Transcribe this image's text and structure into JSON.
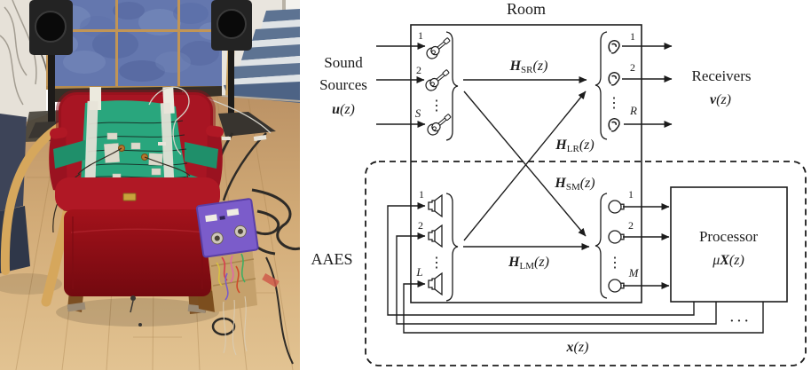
{
  "figure": {
    "photo": {
      "colors": {
        "floor_wood": "#d2ab77",
        "acoustic_panel_blue": "#6477ae",
        "panel_frame_tan": "#c19556",
        "chair_red": "#a81523",
        "textile_green": "#29a67d",
        "board_purple": "#7b5cca",
        "speaker_black": "#232323",
        "wall_white": "#e9e5de",
        "stair_blue": "#5d7392",
        "carpet_blue": "#4d6385",
        "wood_chair_tan": "#d6a75c",
        "cushion_navy": "#3d4458"
      }
    },
    "diagram": {
      "room_label": "Room",
      "aaes_label": "AAES",
      "sources": {
        "caption1": "Sound",
        "caption2": "Sources",
        "symbol": "u",
        "arg": "(z)",
        "channels": [
          "1",
          "2",
          "S"
        ],
        "vdots": "⋮"
      },
      "receivers": {
        "caption": "Receivers",
        "symbol": "v",
        "arg": "(z)",
        "channels": [
          "1",
          "2",
          "R"
        ],
        "vdots": "⋮"
      },
      "loudspeakers": {
        "channels": [
          "1",
          "2",
          "L"
        ],
        "vdots": "⋮"
      },
      "microphones": {
        "channels": [
          "1",
          "2",
          "M"
        ],
        "vdots": "⋮"
      },
      "transfer": {
        "sr": {
          "symbol": "H",
          "sub": "SR",
          "arg": "(z)"
        },
        "lr": {
          "symbol": "H",
          "sub": "LR",
          "arg": "(z)"
        },
        "sm": {
          "symbol": "H",
          "sub": "SM",
          "arg": "(z)"
        },
        "lm": {
          "symbol": "H",
          "sub": "LM",
          "arg": "(z)"
        }
      },
      "processor": {
        "caption": "Processor",
        "mu": "μ",
        "symbol": "X",
        "arg": "(z)"
      },
      "feedback": {
        "symbol": "x",
        "arg": "(z)",
        "ellipsis": "· · ·"
      },
      "line_color": "#1c1c1c"
    }
  }
}
